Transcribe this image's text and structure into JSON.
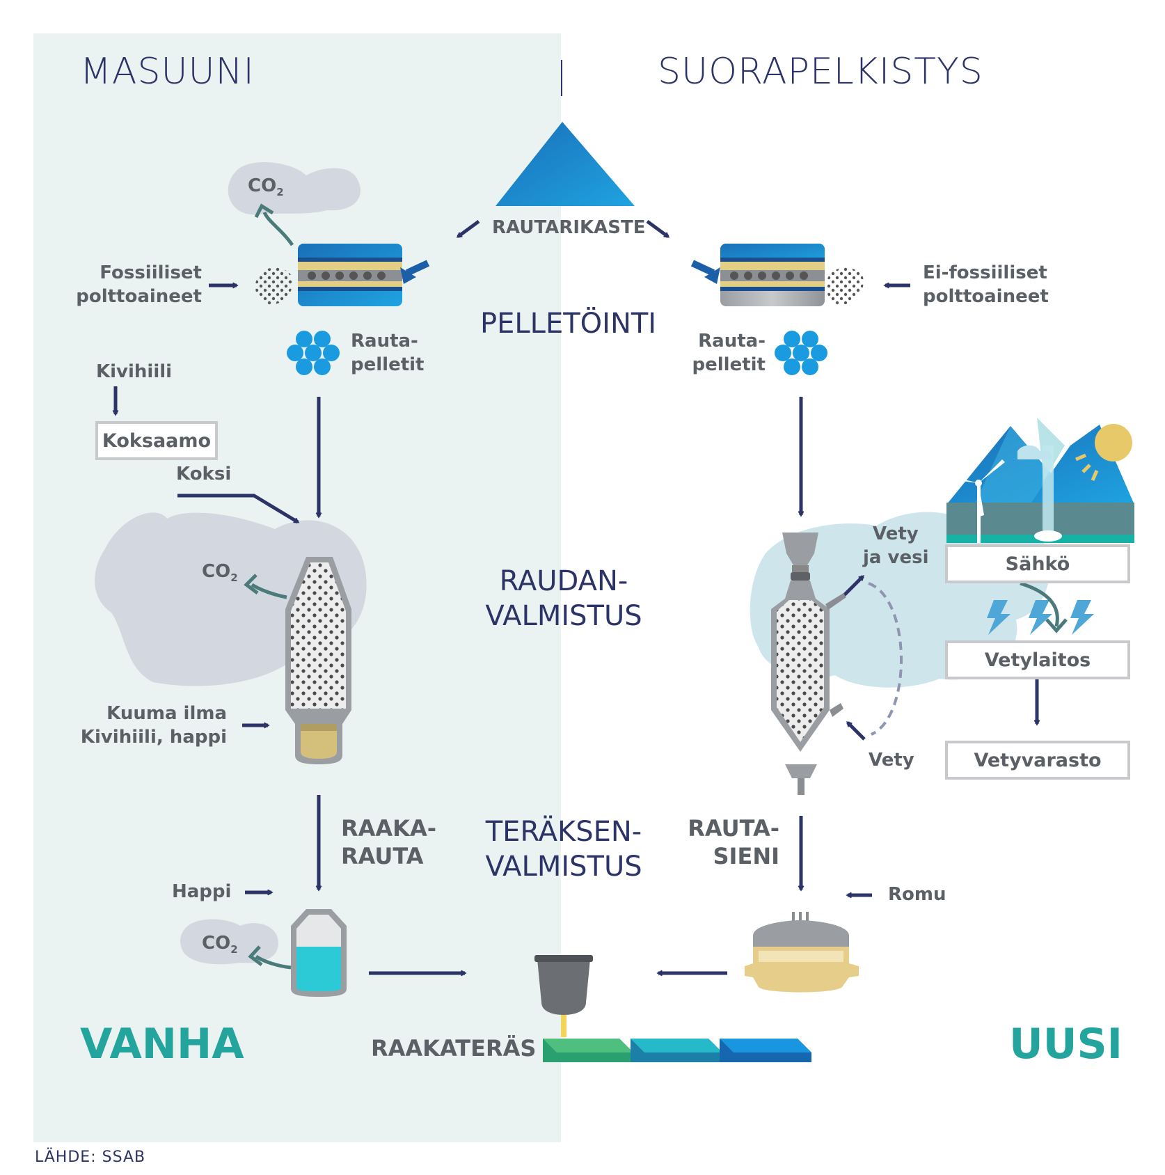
{
  "headers": {
    "left": "MASUUNI",
    "right": "SUORAPELKISTYS"
  },
  "stages": {
    "pelletointi": "PELLETÖINTI",
    "raudan_line1": "RAUDAN-",
    "raudan_line2": "VALMISTUS",
    "teraksen_line1": "TERÄKSEN-",
    "teraksen_line2": "VALMISTUS"
  },
  "labels": {
    "rautarikaste": "RAUTARIKASTE",
    "fossiiliset_line1": "Fossiiliset",
    "fossiiliset_line2": "polttoaineet",
    "eifossiiliset_line1": "Ei-fossiiliset",
    "eifossiiliset_line2": "polttoaineet",
    "rautapelletit_left_line1": "Rauta-",
    "rautapelletit_left_line2": "pelletit",
    "rautapelletit_right_line1": "Rauta-",
    "rautapelletit_right_line2": "pelletit",
    "kivihiili": "Kivihiili",
    "koksi": "Koksi",
    "kuuma_line1": "Kuuma ilma",
    "kuuma_line2": "Kivihiili, happi",
    "raakarauta_line1": "RAAKA-",
    "raakarauta_line2": "RAUTA",
    "rautasieni_line1": "RAUTA-",
    "rautasieni_line2": "SIENI",
    "happi": "Happi",
    "romu": "Romu",
    "vety_vesi_line1": "Vety",
    "vety_vesi_line2": "ja vesi",
    "vety": "Vety",
    "raakateras": "RAAKATERÄS",
    "co2_main": "CO",
    "co2_sub": "2"
  },
  "boxes": {
    "koksaamo": "Koksaamo",
    "sahko": "Sähkö",
    "vetylaitos": "Vetylaitos",
    "vetyvarasto": "Vetyvarasto"
  },
  "era": {
    "old": "VANHA",
    "new": "UUSI"
  },
  "source": "LÄHDE: SSAB",
  "colors": {
    "navy": "#2c3366",
    "teal": "#23a59d",
    "blue": "#1a8fd4",
    "grey_text": "#5b5f66",
    "left_bg": "#eaf3f1",
    "cloud": "#d3d7df",
    "light_blue_cloud": "#cfe5ec"
  },
  "icons": [
    "arrow-icon",
    "co2-cloud-icon",
    "pelletizer-icon",
    "pellets-icon",
    "blast-furnace-icon",
    "converter-icon",
    "shaft-furnace-icon",
    "arc-furnace-icon",
    "ladle-icon",
    "slab-icon",
    "mountains-icon",
    "wind-turbine-icon",
    "sun-icon",
    "lightning-icon"
  ]
}
